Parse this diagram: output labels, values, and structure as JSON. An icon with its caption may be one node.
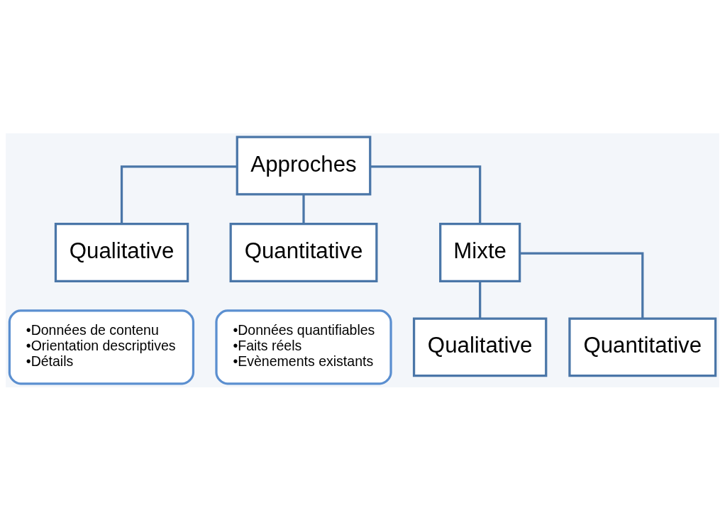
{
  "diagram": {
    "nodes": [
      {
        "text": [
          "Approches"
        ]
      },
      {
        "text": [
          "Qualitative"
        ]
      },
      {
        "text": [
          "Quantitative"
        ]
      },
      {
        "text": [
          "Mixte"
        ]
      },
      {
        "text": [
          "•Données de contenu",
          "•Orientation descriptives",
          "•Détails"
        ]
      },
      {
        "text": [
          "•Données quantifiables",
          "•Faits réels",
          "•Evènements existants"
        ]
      },
      {
        "text": [
          "Qualitative"
        ]
      },
      {
        "text": [
          "Quantitative"
        ]
      }
    ],
    "edges": [
      {
        "from": 0,
        "to": 1,
        "arrow": "none"
      },
      {
        "from": 0,
        "to": 2,
        "arrow": "none"
      },
      {
        "from": 0,
        "to": 3,
        "arrow": "none"
      },
      {
        "from": 3,
        "to": 6,
        "arrow": "none"
      },
      {
        "from": 3,
        "to": 7,
        "arrow": "none"
      }
    ]
  }
}
